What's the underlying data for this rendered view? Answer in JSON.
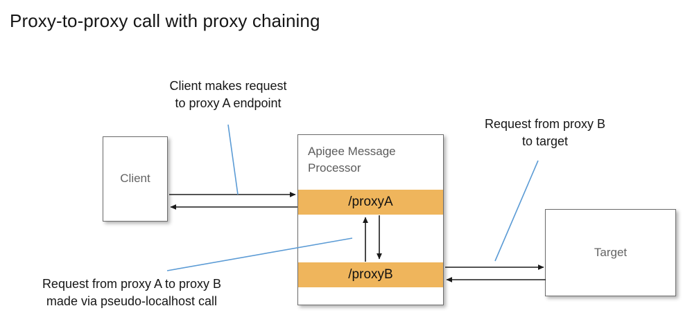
{
  "title": "Proxy-to-proxy call with proxy chaining",
  "nodes": {
    "client": {
      "label": "Client"
    },
    "target": {
      "label": "Target"
    },
    "message_processor": {
      "label": "Apigee Message Processor",
      "proxies": [
        {
          "label": "/proxyA"
        },
        {
          "label": "/proxyB"
        }
      ]
    }
  },
  "callouts": [
    {
      "id": "client-request",
      "text": "Client makes request\nto proxy A endpoint"
    },
    {
      "id": "target-request",
      "text": "Request from proxy B\nto target"
    },
    {
      "id": "chaining-request",
      "text": "Request from proxy A to proxy B\nmade via pseudo-localhost call"
    }
  ],
  "colors": {
    "proxy_band": "#efb55c",
    "box_border": "#6b6b6b",
    "box_fill": "#ffffff",
    "arrow": "#1a1a1a",
    "leader_line": "#5b9bd5",
    "title_text": "#151515",
    "node_text": "#636363"
  }
}
